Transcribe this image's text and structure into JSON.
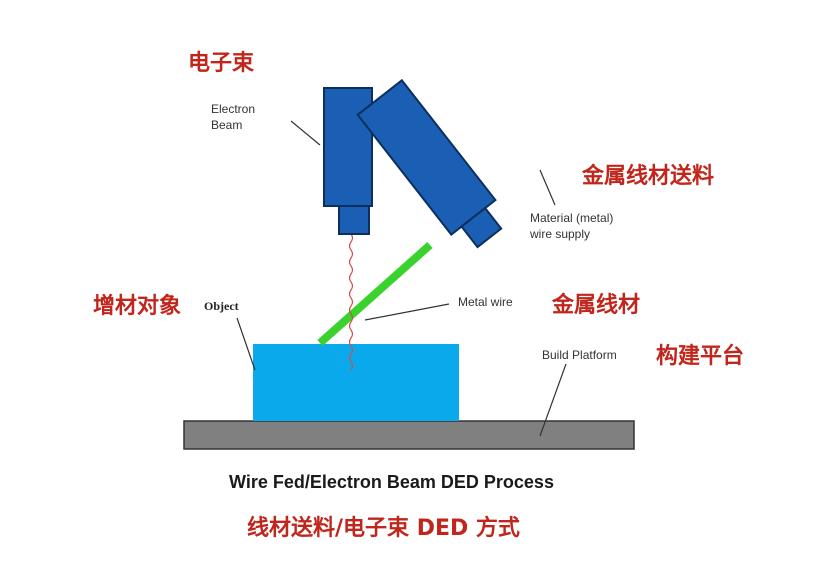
{
  "labels": {
    "electron_beam_cn": "电子束",
    "electron_beam_en_1": "Electron",
    "electron_beam_en_2": "Beam",
    "wire_supply_cn": "金属线材送料",
    "wire_supply_en_1": "Material (metal)",
    "wire_supply_en_2": "wire supply",
    "object_cn": "增材对象",
    "object_en": "Object",
    "metal_wire_en": "Metal wire",
    "metal_wire_cn": "金属线材",
    "build_platform_en": "Build Platform",
    "build_platform_cn": "构建平台"
  },
  "caption": {
    "en": "Wire Fed/Electron Beam DED Process",
    "cn": "线材送料/电子束 DED 方式"
  },
  "colors": {
    "gun_blue": "#1a5fb4",
    "gun_outline": "#0d2f5e",
    "object_blue": "#09a9ec",
    "platform_gray": "#808080",
    "wire_green": "#3bd22e",
    "beam_red": "#d64a4a",
    "cn_label_red": "#c0261b"
  }
}
